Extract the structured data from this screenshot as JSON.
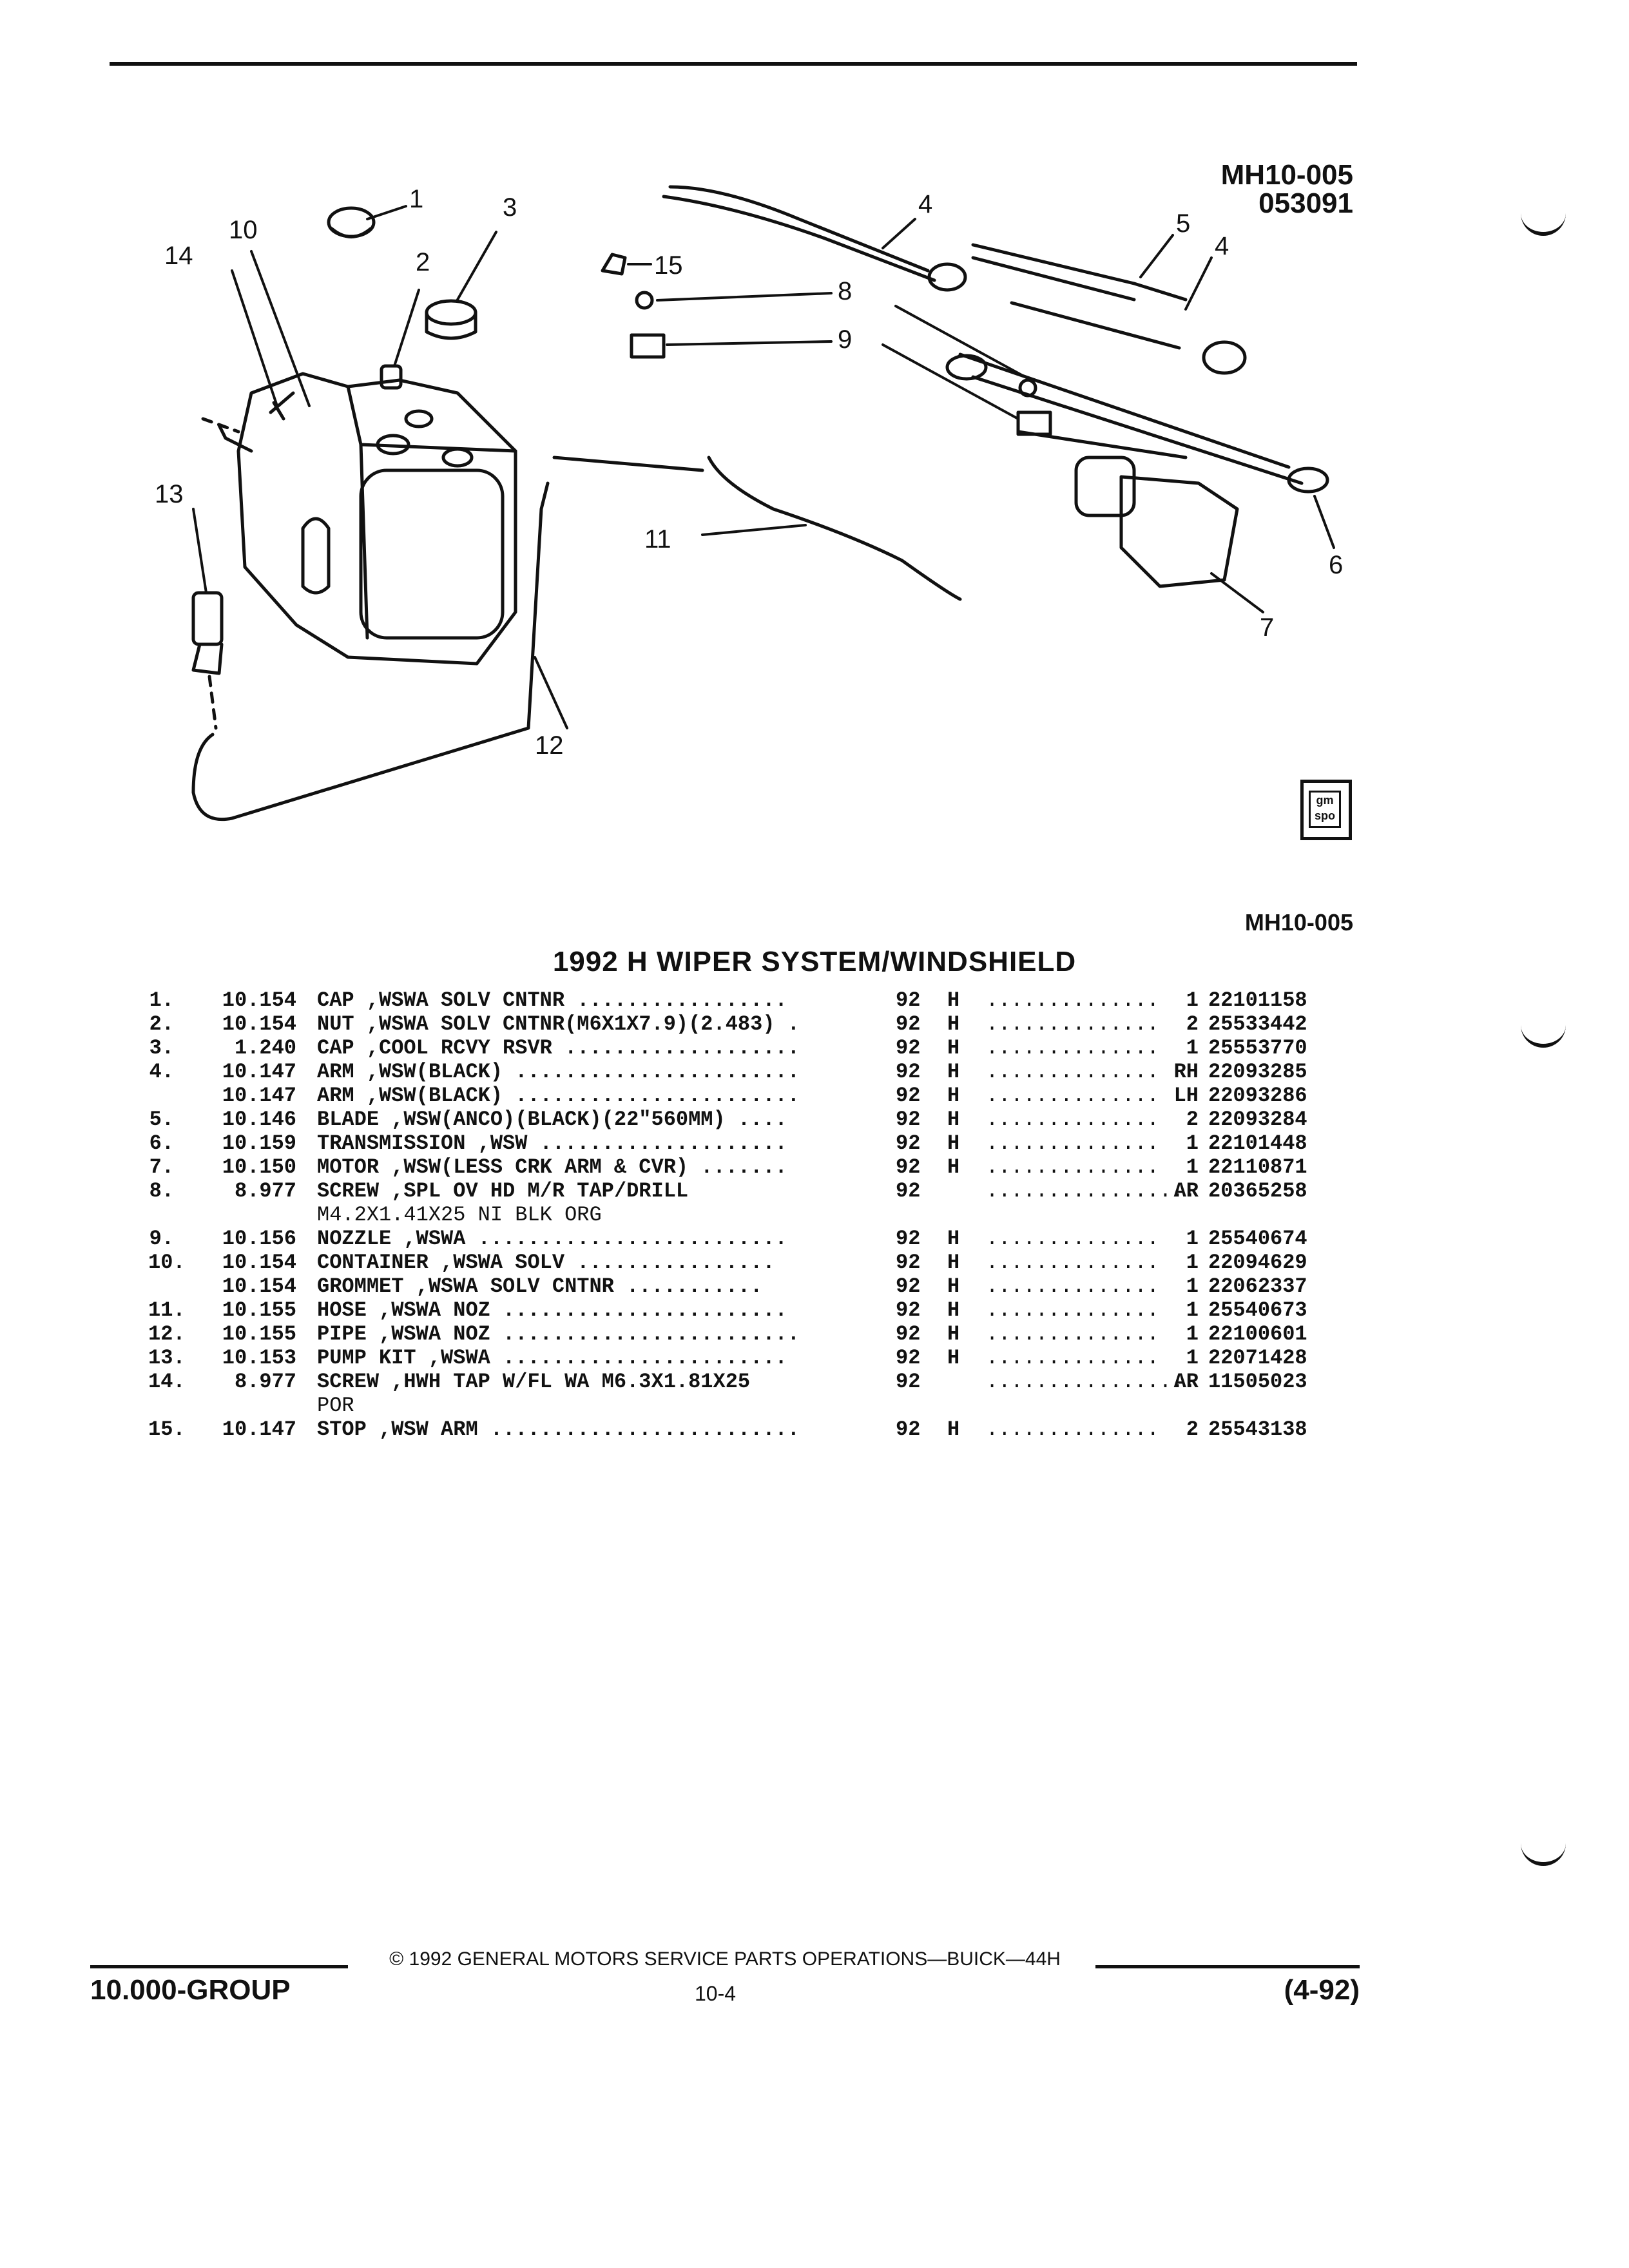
{
  "figure": {
    "id_top": "MH10-005",
    "code_top": "053091",
    "id_bottom": "MH10-005",
    "logo_text": "gm spo",
    "callouts": [
      "1",
      "2",
      "3",
      "4",
      "4",
      "5",
      "6",
      "7",
      "8",
      "9",
      "10",
      "11",
      "12",
      "13",
      "14",
      "15"
    ]
  },
  "title": "1992 H WIPER SYSTEM/WINDSHIELD",
  "parts": [
    {
      "num": "1.",
      "grp": "10.154",
      "desc": "CAP ,WSWA SOLV CNTNR .................",
      "desc2": "",
      "yr": "92",
      "ser": "H",
      "dots": "..............",
      "qty": "1",
      "pn": "22101158"
    },
    {
      "num": "2.",
      "grp": "10.154",
      "desc": "NUT ,WSWA SOLV CNTNR(M6X1X7.9)(2.483) .",
      "desc2": "",
      "yr": "92",
      "ser": "H",
      "dots": "..............",
      "qty": "2",
      "pn": "25533442"
    },
    {
      "num": "3.",
      "grp": "1.240",
      "desc": "CAP ,COOL RCVY RSVR ...................",
      "desc2": "",
      "yr": "92",
      "ser": "H",
      "dots": "..............",
      "qty": "1",
      "pn": "25553770"
    },
    {
      "num": "4.",
      "grp": "10.147",
      "desc": "ARM ,WSW(BLACK) .......................",
      "desc2": "",
      "yr": "92",
      "ser": "H",
      "dots": "..............",
      "qty": "RH",
      "pn": "22093285"
    },
    {
      "num": "",
      "grp": "10.147",
      "desc": "ARM ,WSW(BLACK) .......................",
      "desc2": "",
      "yr": "92",
      "ser": "H",
      "dots": "..............",
      "qty": "LH",
      "pn": "22093286"
    },
    {
      "num": "5.",
      "grp": "10.146",
      "desc": "BLADE ,WSW(ANCO)(BLACK)(22\"560MM) ....",
      "desc2": "",
      "yr": "92",
      "ser": "H",
      "dots": "..............",
      "qty": "2",
      "pn": "22093284"
    },
    {
      "num": "6.",
      "grp": "10.159",
      "desc": "TRANSMISSION ,WSW ....................",
      "desc2": "",
      "yr": "92",
      "ser": "H",
      "dots": "..............",
      "qty": "1",
      "pn": "22101448"
    },
    {
      "num": "7.",
      "grp": "10.150",
      "desc": "MOTOR ,WSW(LESS CRK ARM & CVR) .......",
      "desc2": "",
      "yr": "92",
      "ser": "H",
      "dots": "..............",
      "qty": "1",
      "pn": "22110871"
    },
    {
      "num": "8.",
      "grp": "8.977",
      "desc": "SCREW ,SPL OV HD M/R TAP/DRILL",
      "desc2": "M4.2X1.41X25 NI BLK ORG",
      "yr": "92",
      "ser": "",
      "dots": ".................",
      "qty": "AR",
      "pn": "20365258"
    },
    {
      "num": "9.",
      "grp": "10.156",
      "desc": "NOZZLE ,WSWA .........................",
      "desc2": "",
      "yr": "92",
      "ser": "H",
      "dots": "..............",
      "qty": "1",
      "pn": "25540674"
    },
    {
      "num": "10.",
      "grp": "10.154",
      "desc": "CONTAINER ,WSWA SOLV ................",
      "desc2": "",
      "yr": "92",
      "ser": "H",
      "dots": "..............",
      "qty": "1",
      "pn": "22094629"
    },
    {
      "num": "",
      "grp": "10.154",
      "desc": "GROMMET ,WSWA SOLV CNTNR ...........",
      "desc2": "",
      "yr": "92",
      "ser": "H",
      "dots": "..............",
      "qty": "1",
      "pn": "22062337"
    },
    {
      "num": "11.",
      "grp": "10.155",
      "desc": "HOSE ,WSWA NOZ .......................",
      "desc2": "",
      "yr": "92",
      "ser": "H",
      "dots": "..............",
      "qty": "1",
      "pn": "25540673"
    },
    {
      "num": "12.",
      "grp": "10.155",
      "desc": "PIPE ,WSWA NOZ ........................",
      "desc2": "",
      "yr": "92",
      "ser": "H",
      "dots": "..............",
      "qty": "1",
      "pn": "22100601"
    },
    {
      "num": "13.",
      "grp": "10.153",
      "desc": "PUMP KIT ,WSWA .......................",
      "desc2": "",
      "yr": "92",
      "ser": "H",
      "dots": "..............",
      "qty": "1",
      "pn": "22071428"
    },
    {
      "num": "14.",
      "grp": "8.977",
      "desc": "SCREW ,HWH TAP W/FL WA M6.3X1.81X25",
      "desc2": "POR",
      "yr": "92",
      "ser": "",
      "dots": ".................",
      "qty": "AR",
      "pn": "11505023"
    },
    {
      "num": "15.",
      "grp": "10.147",
      "desc": "STOP ,WSW ARM .........................",
      "desc2": "",
      "yr": "92",
      "ser": "H",
      "dots": "..............",
      "qty": "2",
      "pn": "25543138"
    }
  ],
  "footer": {
    "copyright": "© 1992 GENERAL MOTORS SERVICE PARTS OPERATIONS—BUICK—44H",
    "group": "10.000-GROUP",
    "page": "10-4",
    "date": "(4-92)"
  }
}
